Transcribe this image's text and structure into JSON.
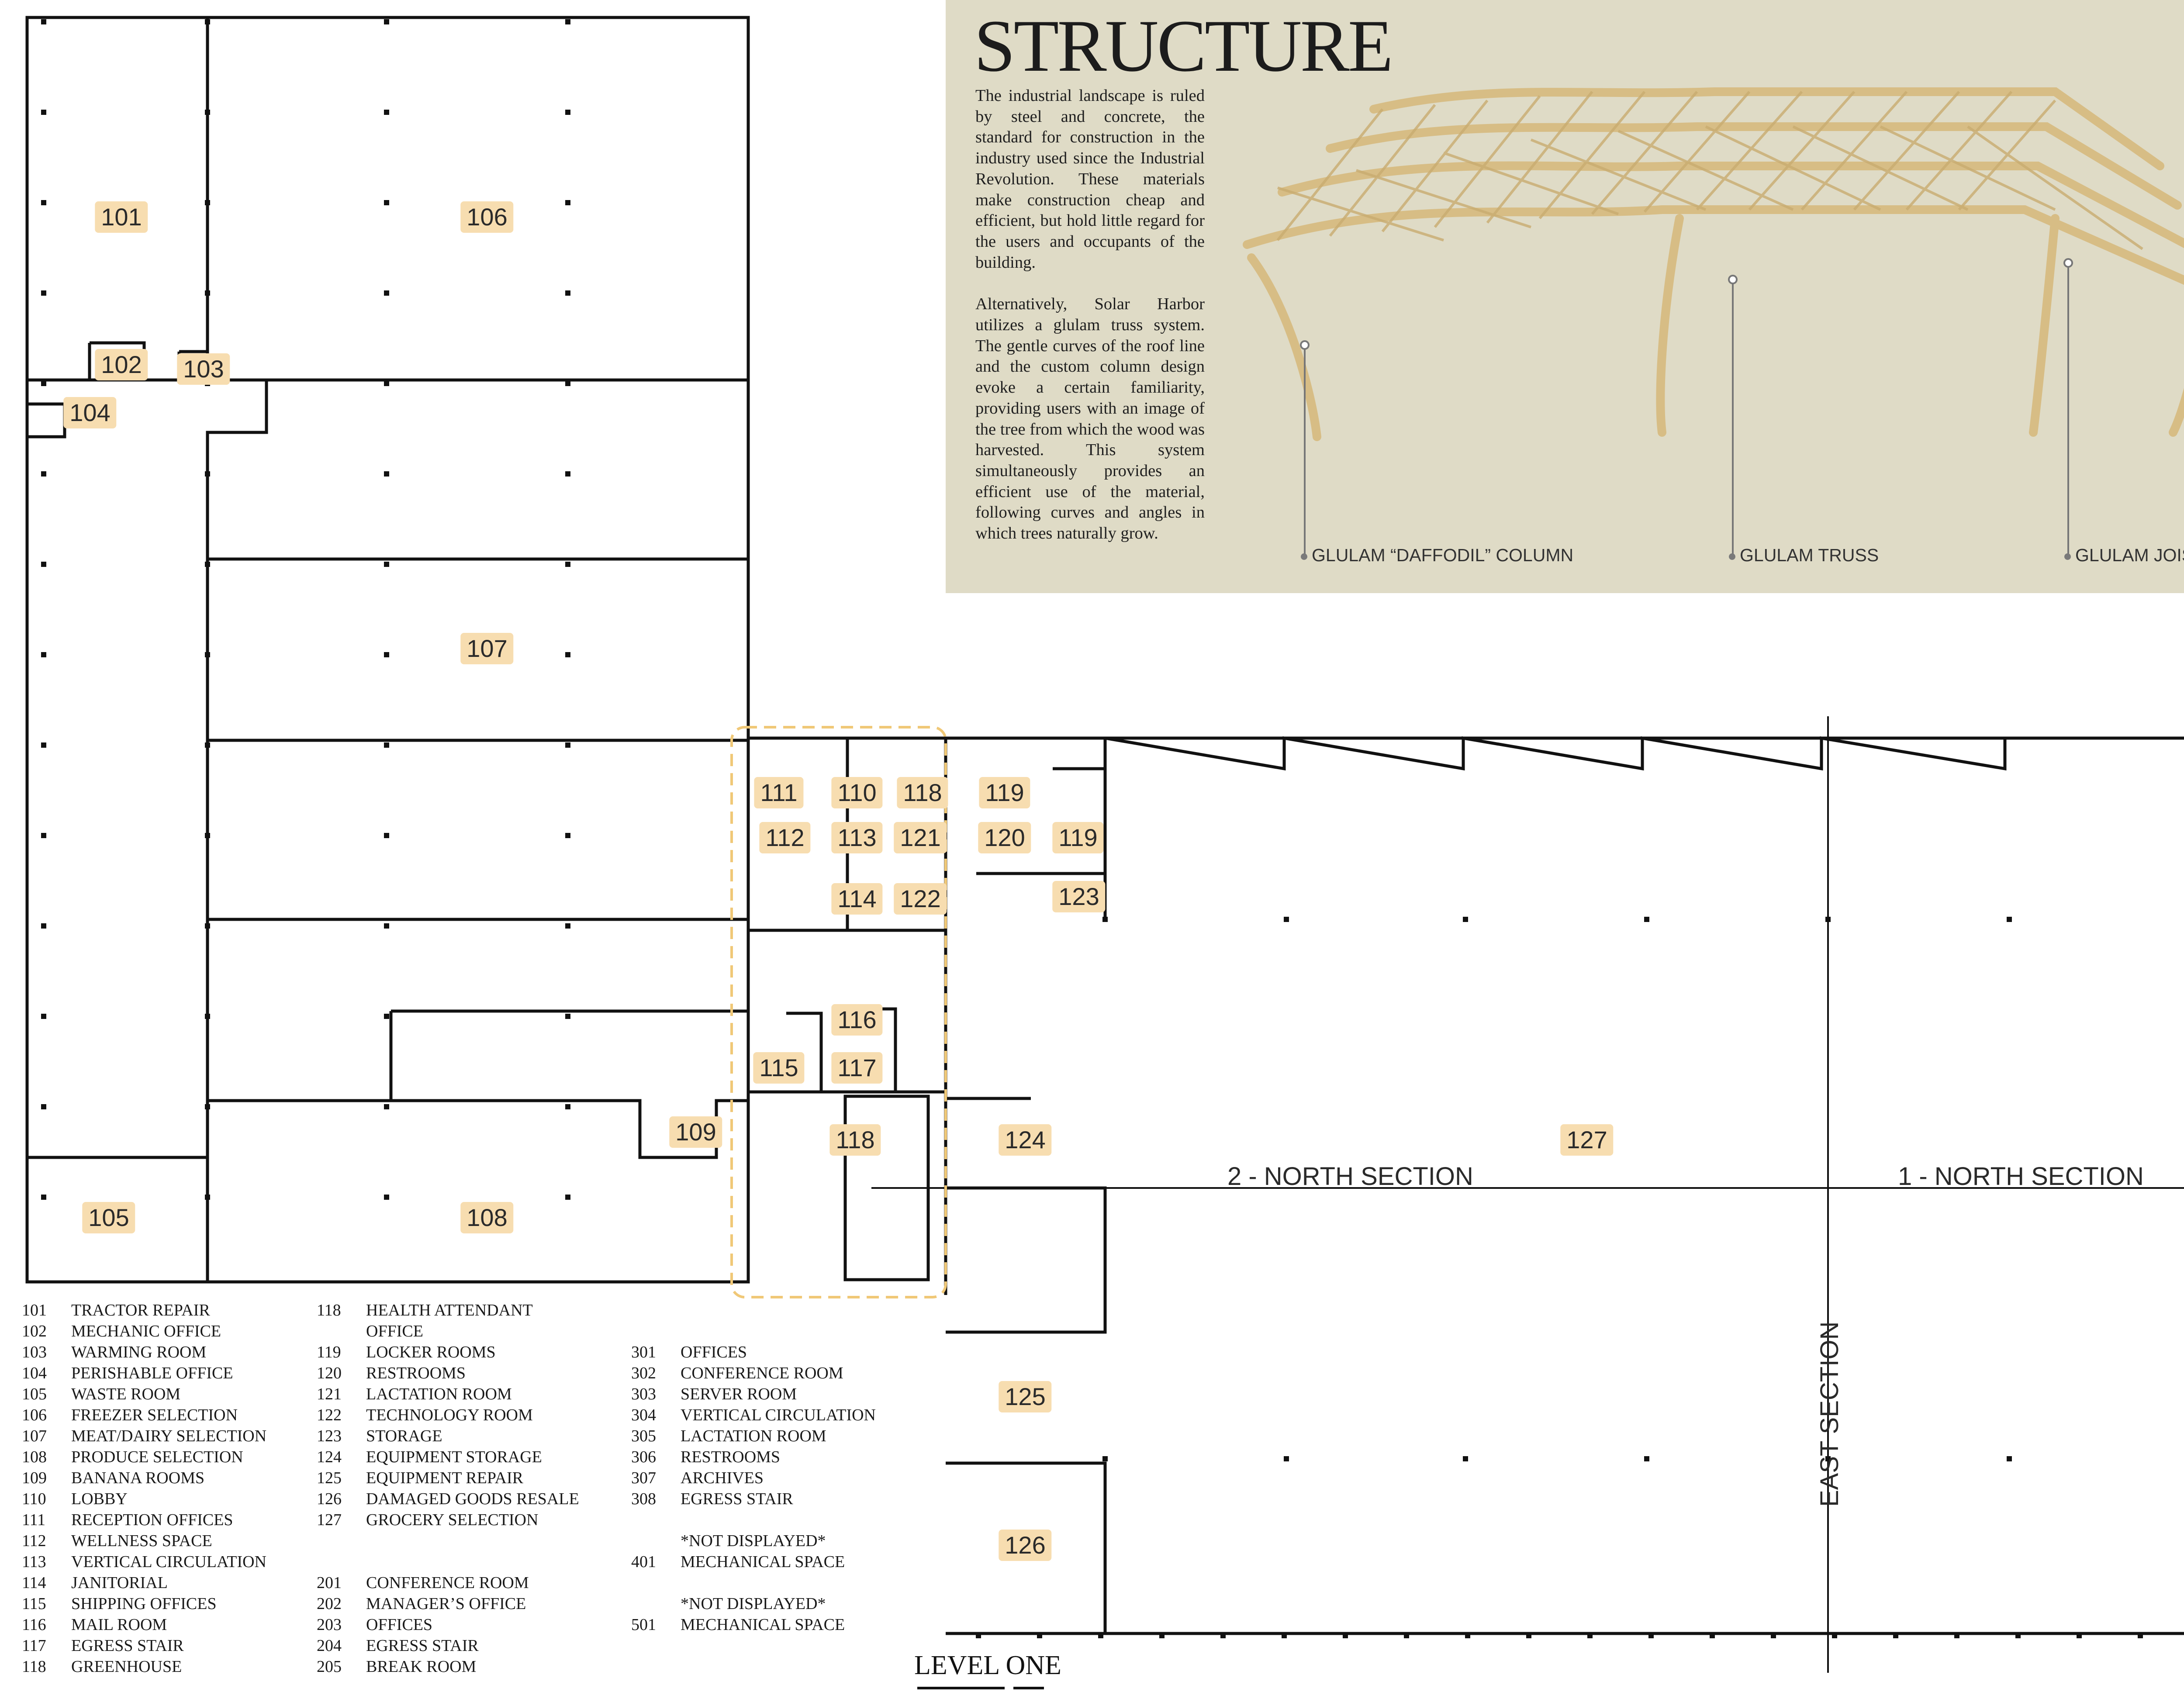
{
  "structure_panel": {
    "title": "STRUCTURE",
    "paragraph_1": "The industrial landscape is ruled by steel and concrete, the standard for construction in the industry used since the Industrial Revolution. These materials make construction cheap and efficient, but hold little regard for the users and occupants of the building.",
    "paragraph_2": "Alternatively, Solar Harbor utilizes a glulam truss system. The gentle curves of the roof line and the custom column design evoke a certain familiarity, providing users with an image of the tree from which the wood was harvested. This system simultaneously provides an efficient use of the material, following curves and angles in which trees naturally grow.",
    "callouts": {
      "column": "GLULAM “DAFFODIL” COLUMN",
      "truss": "GLULAM TRUSS",
      "joist": "GLULAM JOIST"
    },
    "colors": {
      "background": "#dfdbc6",
      "wood": "#e8d3a0"
    }
  },
  "room_tags": [
    "101",
    "102",
    "103",
    "104",
    "105",
    "106",
    "107",
    "108",
    "109",
    "110",
    "111",
    "112",
    "113",
    "114",
    "115",
    "116",
    "117",
    "118",
    "118",
    "118",
    "119",
    "119",
    "120",
    "121",
    "122",
    "123",
    "124",
    "125",
    "126",
    "127"
  ],
  "section_labels": {
    "north_2": "2 - NORTH SECTION",
    "north_1": "1 - NORTH SECTION",
    "east": "EAST SECTION"
  },
  "level_title": "LEVEL ONE",
  "legend": {
    "col1": [
      {
        "num": "101",
        "name": "TRACTOR REPAIR"
      },
      {
        "num": "102",
        "name": "MECHANIC OFFICE"
      },
      {
        "num": "103",
        "name": "WARMING ROOM"
      },
      {
        "num": "104",
        "name": "PERISHABLE OFFICE"
      },
      {
        "num": "105",
        "name": "WASTE ROOM"
      },
      {
        "num": "106",
        "name": "FREEZER SELECTION"
      },
      {
        "num": "107",
        "name": "MEAT/DAIRY SELECTION"
      },
      {
        "num": "108",
        "name": "PRODUCE SELECTION"
      },
      {
        "num": "109",
        "name": "BANANA ROOMS"
      },
      {
        "num": "110",
        "name": "LOBBY"
      },
      {
        "num": "111",
        "name": "RECEPTION OFFICES"
      },
      {
        "num": "112",
        "name": "WELLNESS SPACE"
      },
      {
        "num": "113",
        "name": "VERTICAL CIRCULATION"
      },
      {
        "num": "114",
        "name": "JANITORIAL"
      },
      {
        "num": "115",
        "name": "SHIPPING OFFICES"
      },
      {
        "num": "116",
        "name": "MAIL ROOM"
      },
      {
        "num": "117",
        "name": "EGRESS STAIR"
      },
      {
        "num": "118",
        "name": "GREENHOUSE"
      }
    ],
    "col2": [
      {
        "num": "118",
        "name": "HEALTH ATTENDANT"
      },
      {
        "num": "",
        "name": "OFFICE"
      },
      {
        "num": "119",
        "name": "LOCKER ROOMS"
      },
      {
        "num": "120",
        "name": "RESTROOMS"
      },
      {
        "num": "121",
        "name": "LACTATION ROOM"
      },
      {
        "num": "122",
        "name": "TECHNOLOGY ROOM"
      },
      {
        "num": "123",
        "name": "STORAGE"
      },
      {
        "num": "124",
        "name": "EQUIPMENT STORAGE"
      },
      {
        "num": "125",
        "name": "EQUIPMENT REPAIR"
      },
      {
        "num": "126",
        "name": "DAMAGED GOODS RESALE"
      },
      {
        "num": "127",
        "name": "GROCERY SELECTION"
      },
      {
        "num": "",
        "name": ""
      },
      {
        "num": "",
        "name": ""
      },
      {
        "num": "201",
        "name": "CONFERENCE ROOM"
      },
      {
        "num": "202",
        "name": "MANAGER’S OFFICE"
      },
      {
        "num": "203",
        "name": "OFFICES"
      },
      {
        "num": "204",
        "name": "EGRESS STAIR"
      },
      {
        "num": "205",
        "name": "BREAK ROOM"
      }
    ],
    "col3": [
      {
        "num": "301",
        "name": "OFFICES"
      },
      {
        "num": "302",
        "name": "CONFERENCE ROOM"
      },
      {
        "num": "303",
        "name": "SERVER ROOM"
      },
      {
        "num": "304",
        "name": "VERTICAL CIRCULATION"
      },
      {
        "num": "305",
        "name": "LACTATION ROOM"
      },
      {
        "num": "306",
        "name": "RESTROOMS"
      },
      {
        "num": "307",
        "name": "ARCHIVES"
      },
      {
        "num": "308",
        "name": "EGRESS STAIR"
      },
      {
        "num": "",
        "name": ""
      },
      {
        "num": "",
        "name": "*NOT DISPLAYED*"
      },
      {
        "num": "401",
        "name": "MECHANICAL SPACE"
      },
      {
        "num": "",
        "name": ""
      },
      {
        "num": "",
        "name": "*NOT DISPLAYED*"
      },
      {
        "num": "501",
        "name": "MECHANICAL SPACE"
      }
    ]
  }
}
